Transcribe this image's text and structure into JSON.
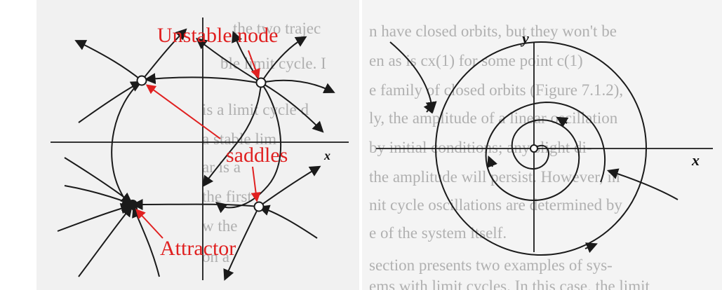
{
  "left_panel": {
    "labels": {
      "unstable_node": "Unstable node",
      "saddles": "saddles",
      "attractor": "Attractor",
      "x_axis": "x"
    },
    "background_text": [
      "the two trajec",
      "ble limit cycle. I",
      "is a limit cycle d",
      "a stable lim",
      "ar is a",
      "the first",
      "w the",
      "on a"
    ]
  },
  "right_panel": {
    "labels": {
      "x_axis": "x",
      "y_axis": "y"
    },
    "background_text": [
      "n have closed orbits, but they won't be",
      "en as is cx(1) for some point c(1)",
      "e family of closed orbits (Figure 7.1.2),",
      "ly, the amplitude of a linear oscillation",
      "by initial conditions; any slight di-",
      "the amplitude will persist. However, in",
      "nit cycle oscillations are determined by",
      "e of the system itself.",
      "section presents two examples of sys-",
      "ems with limit cycles. In this case, the limit"
    ]
  },
  "colors": {
    "annotation": "#e02020",
    "ink": "#1a1a1a"
  }
}
